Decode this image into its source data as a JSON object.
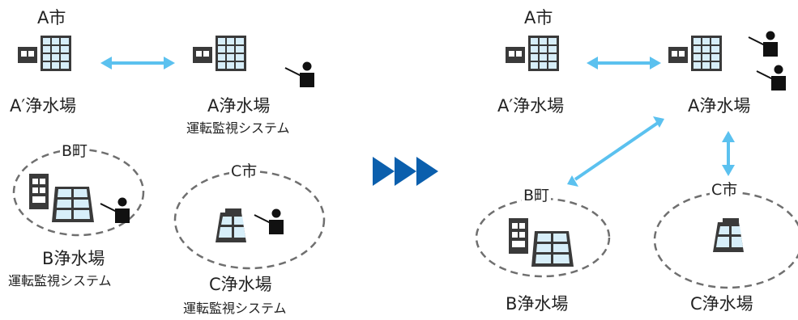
{
  "colors": {
    "arrow": "#5bc1ef",
    "chevron": "#0b5fad",
    "icon": "#3a3a3a",
    "window": "#d7eef9",
    "dash": "#6f6f6f"
  },
  "before": {
    "city_a": "A市",
    "a_prime_plant": "A′浄水場",
    "a_plant": "A浄水場",
    "a_system": "運転監視システム",
    "town_b": "B町",
    "b_plant": "B浄水場",
    "b_system": "運転監視システム",
    "city_c": "C市",
    "c_plant": "C浄水場",
    "c_system": "運転監視システム"
  },
  "after": {
    "city_a": "A市",
    "a_prime_plant": "A′浄水場",
    "a_plant": "A浄水場",
    "town_b": "B町",
    "b_plant": "B浄水場",
    "city_c": "C市",
    "c_plant": "C浄水場"
  },
  "icons": [
    "building-icon",
    "operator-icon",
    "double-arrow-icon",
    "chevron-right-icon"
  ]
}
